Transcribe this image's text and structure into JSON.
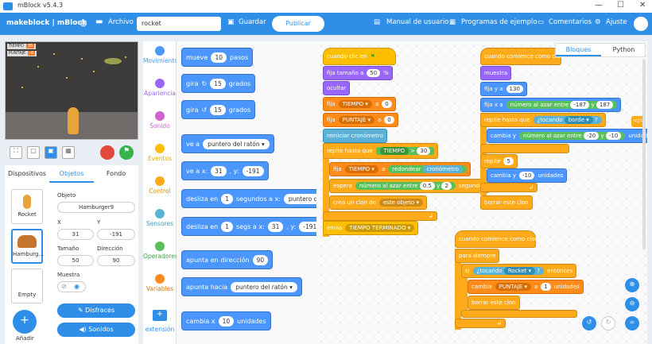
{
  "window": {
    "title": "mBlock v5.4.3"
  },
  "menu": {
    "brand": "makeblock | mBlock",
    "archivo": "Archivo",
    "project_name": "rocket",
    "guardar": "Guardar",
    "publicar": "Publicar",
    "manual": "Manual de usuario",
    "programas": "Programas de ejemplo",
    "comentarios": "Comentarios",
    "ajuste": "Ajuste"
  },
  "stage": {
    "var1_name": "TIEMPO",
    "var1_value": "35",
    "var2_name": "PUNTAJE",
    "var2_value": "-6"
  },
  "left_tabs": [
    "Dispositivos",
    "Objetos",
    "Fondo"
  ],
  "sprites": [
    {
      "name": "Rocket"
    },
    {
      "name": "Hamburg..."
    },
    {
      "name": "Empty"
    }
  ],
  "add_label": "Añadir",
  "props": {
    "objeto_label": "Objeto",
    "objeto_value": "Hamburger9",
    "x_label": "X",
    "x_value": "31",
    "y_label": "Y",
    "y_value": "-191",
    "tamano_label": "Tamaño",
    "tamano_value": "50",
    "direccion_label": "Dirección",
    "direccion_value": "90",
    "muestra_label": "Muestra",
    "disfraces": "Disfraces",
    "sonidos": "Sonidos"
  },
  "categories": [
    {
      "label": "Movimiento",
      "color": "#4c97ff"
    },
    {
      "label": "Apariencia",
      "color": "#9966ff"
    },
    {
      "label": "Sonido",
      "color": "#cf63cf"
    },
    {
      "label": "Eventos",
      "color": "#ffbf00"
    },
    {
      "label": "Control",
      "color": "#ffab19"
    },
    {
      "label": "Sensores",
      "color": "#5cb1d6"
    },
    {
      "label": "Operadores",
      "color": "#59c059"
    },
    {
      "label": "Variables",
      "color": "#ff8c1a"
    }
  ],
  "extension_label": "extensión",
  "palette": {
    "b1": {
      "t1": "mueve",
      "v1": "10",
      "t2": "pasos"
    },
    "b2": {
      "t1": "gira",
      "v1": "15",
      "t2": "grados"
    },
    "b3": {
      "t1": "gira",
      "v1": "15",
      "t2": "grados"
    },
    "b4": {
      "t1": "ve a",
      "d1": "puntero del ratón"
    },
    "b5": {
      "t1": "ve a x:",
      "v1": "31",
      "t2": ", y:",
      "v2": "-191"
    },
    "b6": {
      "t1": "desliza en",
      "v1": "1",
      "t2": "segundos a x:",
      "d1": "puntero del"
    },
    "b7": {
      "t1": "desliza en",
      "v1": "1",
      "t2": "segs a x:",
      "v2": "31",
      "t3": ", y:",
      "v3": "-191"
    },
    "b8": {
      "t1": "apunta en dirección",
      "v1": "90"
    },
    "b9": {
      "t1": "apunta hacia",
      "d1": "puntero del ratón"
    },
    "b10": {
      "t1": "cambia x",
      "v1": "10",
      "t2": "unidades"
    }
  },
  "right_tabs": {
    "bloques": "Bloques",
    "python": "Python"
  },
  "script1": {
    "hat": "cuando clic en",
    "s1": "fija tamaño a",
    "s1v": "50",
    "s1u": "%",
    "s2": "ocultar",
    "s3": "fija",
    "s3d": "TIEMPO",
    "s3a": "a",
    "s3v": "0",
    "s4": "fija",
    "s4d": "PUNTAJE",
    "s4a": "a",
    "s4v": "0",
    "s5": "reiniciar cronómetro",
    "s6": "repite hasta que",
    "s6d": "TIEMPO",
    "s6op": ">",
    "s6v": "30",
    "s7": "fija",
    "s7d": "TIEMPO",
    "s7a": "a",
    "s7f": "redondear",
    "s7c": "cronómetro",
    "s8": "espera",
    "s8r": "número al azar entre",
    "s8v1": "0.5",
    "s8y": "y",
    "s8v2": "2",
    "s8u": "segundos",
    "s9": "crea un clon de",
    "s9d": "este objeto",
    "s10": "envía",
    "s10d": "TIEMPO TERMINADO"
  },
  "script2": {
    "hat": "cuando comience como clon",
    "s1": "muestra",
    "s2": "fija y a",
    "s2v": "130",
    "s3": "fija x a",
    "s3r": "número al azar entre",
    "s3v1": "-187",
    "s3y": "y",
    "s3v2": "187",
    "s4": "repite hasta que",
    "s4s": "¿tocando",
    "s4d": "borde",
    "s4q": "?",
    "s5": "cambia y",
    "s5r": "número al azar entre",
    "s5v1": "-20",
    "s5y": "y",
    "s5v2": "-10",
    "s5u": "unidades",
    "s6": "repite",
    "s6v": "5",
    "s7": "cambia y",
    "s7v": "-10",
    "s7u": "unidades",
    "s8": "borrar este clon"
  },
  "script3": {
    "hat": "cuando comience como clon",
    "s1": "para siempre",
    "s2": "si",
    "s2s": "¿tocando",
    "s2d": "Rocket",
    "s2q": "?",
    "s2e": "entonces",
    "s3": "cambia",
    "s3d": "PUNTAJE",
    "s3a": "a",
    "s3v": "1",
    "s3u": "unidades",
    "s4": "borrar este clon"
  }
}
